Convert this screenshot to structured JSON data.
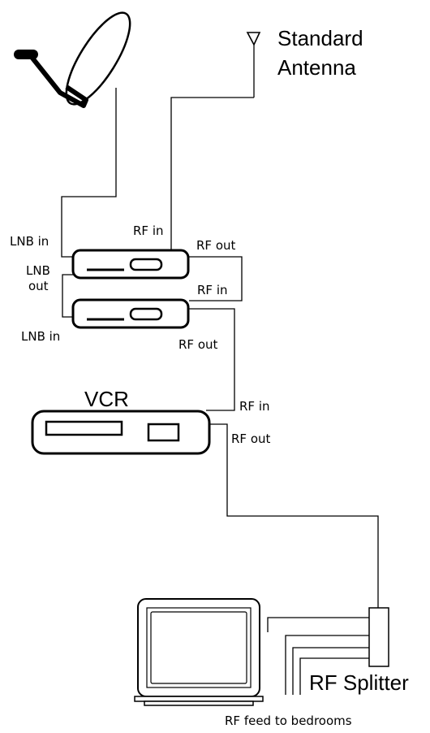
{
  "antenna": {
    "line1": "Standard",
    "line2": "Antenna"
  },
  "receiver1": {
    "lnb_in": "LNB in",
    "rf_in": "RF in",
    "rf_out": "RF out"
  },
  "lnb_out": {
    "line1": "LNB",
    "line2": "out"
  },
  "receiver2": {
    "lnb_in": "LNB in",
    "rf_in": "RF in",
    "rf_out": "RF out"
  },
  "vcr": {
    "title": "VCR",
    "rf_in": "RF in",
    "rf_out": "RF out"
  },
  "splitter": {
    "title": "RF Splitter",
    "feed": "RF feed to bedrooms"
  }
}
